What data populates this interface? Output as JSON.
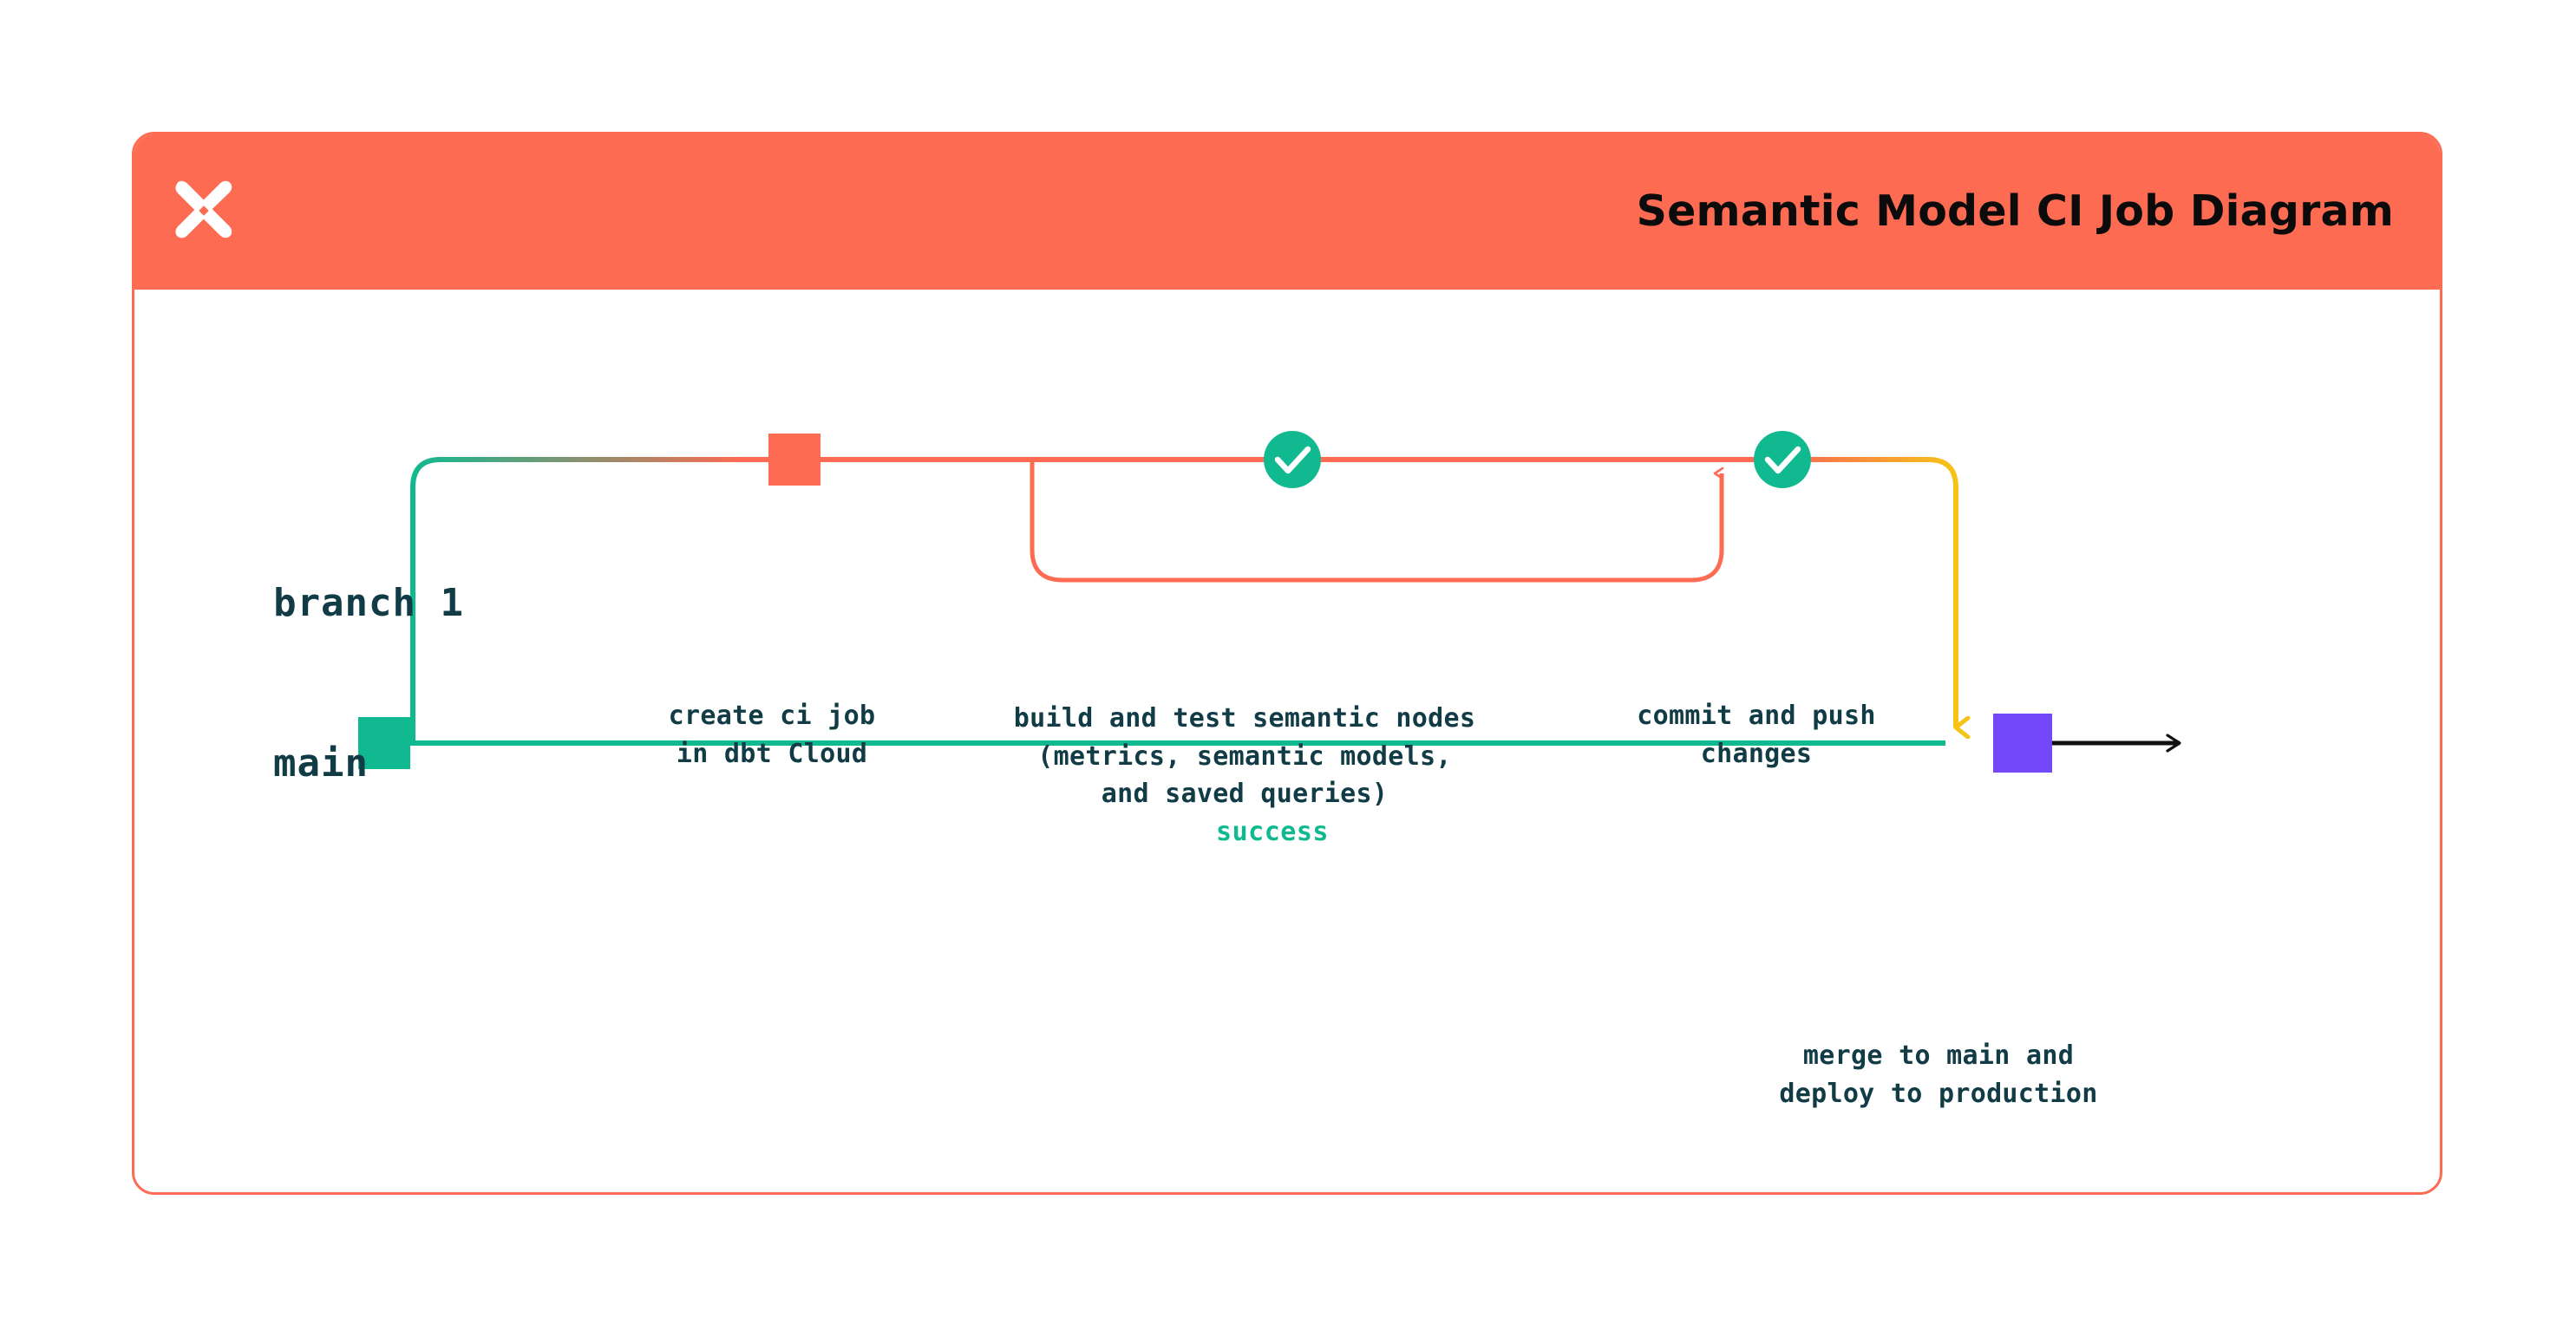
{
  "header": {
    "title": "Semantic Model CI Job Diagram",
    "logo_icon": "dbt-logo-icon",
    "background_color": "#fc6b52",
    "title_color": "#0b0b0b"
  },
  "card": {
    "border_color": "#fc6b52",
    "background_color": "#ffffff"
  },
  "diagram": {
    "type": "git-branch-flow",
    "lanes": [
      {
        "id": "branch-1",
        "label": "branch 1",
        "color": "#fc6b52"
      },
      {
        "id": "main",
        "label": "main",
        "color": "#10b98f"
      }
    ],
    "nodes": [
      {
        "id": "create-ci-job",
        "marker": "square",
        "color": "#fc6b52",
        "lane": "branch-1",
        "caption": "create ci job\nin dbt Cloud"
      },
      {
        "id": "build-and-test",
        "marker": "check-circle",
        "color": "#10b98f",
        "lane": "branch-1",
        "caption": "build and test semantic nodes\n(metrics, semantic models,\nand saved queries)"
      },
      {
        "id": "commit-and-push",
        "marker": "check-circle",
        "color": "#10b98f",
        "lane": "branch-1",
        "caption": "commit and push\nchanges"
      },
      {
        "id": "merge-to-main",
        "marker": "square",
        "color": "#7248fa",
        "lane": "main",
        "caption": "merge to main and\ndeploy to production"
      }
    ],
    "edges": [
      {
        "id": "branch-out",
        "from": "main",
        "to": "branch-1",
        "label": "",
        "color_from": "#10b98f",
        "color_to": "#fc6b52"
      },
      {
        "id": "ci-loop",
        "from": "build-and-test",
        "to": "build-and-test",
        "label": "success",
        "color": "#fc6b52",
        "label_color": "#10b98f"
      },
      {
        "id": "merge-in",
        "from": "branch-1",
        "to": "main",
        "label": "",
        "color": "#f6c417"
      },
      {
        "id": "deploy-out",
        "from": "merge-to-main",
        "to": "",
        "label": "",
        "color": "#111111"
      }
    ],
    "colors": {
      "orange": "#fc6b52",
      "green": "#10b98f",
      "purple": "#7248fa",
      "yellow": "#f6c417",
      "text": "#113b45",
      "black": "#111111"
    }
  }
}
